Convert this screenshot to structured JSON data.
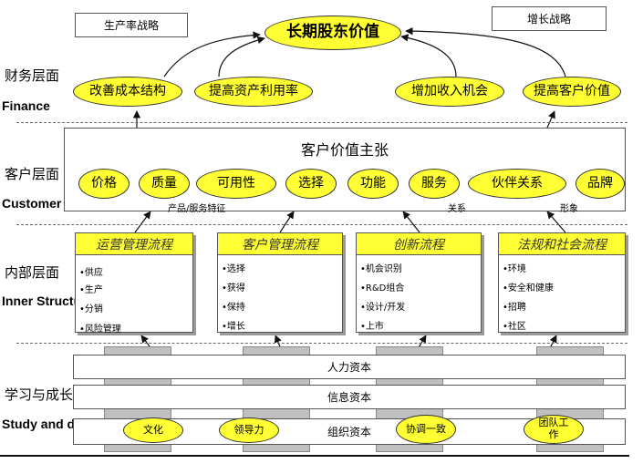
{
  "strategies": {
    "productivity": "生产率战略",
    "growth": "增长战略"
  },
  "goal": "长期股东价值",
  "layers": [
    {
      "cn": "财务层面",
      "en": "Finance"
    },
    {
      "cn": "客户层面",
      "en": "Customer"
    },
    {
      "cn": "内部层面",
      "en": "Inner Structure"
    },
    {
      "cn": "学习与成长",
      "en": "Study and development"
    }
  ],
  "finance_items": [
    "改善成本结构",
    "提高资产利用率",
    "增加收入机会",
    "提高客户价值"
  ],
  "customer": {
    "title": "客户价值主张",
    "attributes": [
      "价格",
      "质量",
      "可用性",
      "选择",
      "功能",
      "服务",
      "伙伴关系",
      "品牌"
    ],
    "groups": [
      "产品/服务特征",
      "关系",
      "形象"
    ]
  },
  "processes": [
    {
      "title": "运营管理流程",
      "items": [
        "•供应",
        "•生产",
        "•分销",
        "•风险管理"
      ]
    },
    {
      "title": "客户管理流程",
      "items": [
        "•选择",
        "•获得",
        "•保持",
        "•增长"
      ]
    },
    {
      "title": "创新流程",
      "items": [
        "•机会识别",
        "•R&D组合",
        "•设计/开发",
        "•上市"
      ]
    },
    {
      "title": "法规和社会流程",
      "items": [
        "•环境",
        "•安全和健康",
        "•招聘",
        "•社区"
      ]
    }
  ],
  "capital": [
    "人力资本",
    "信息资本",
    "组织资本"
  ],
  "org_items": [
    "文化",
    "领导力",
    "协调一致",
    "团队工作"
  ]
}
